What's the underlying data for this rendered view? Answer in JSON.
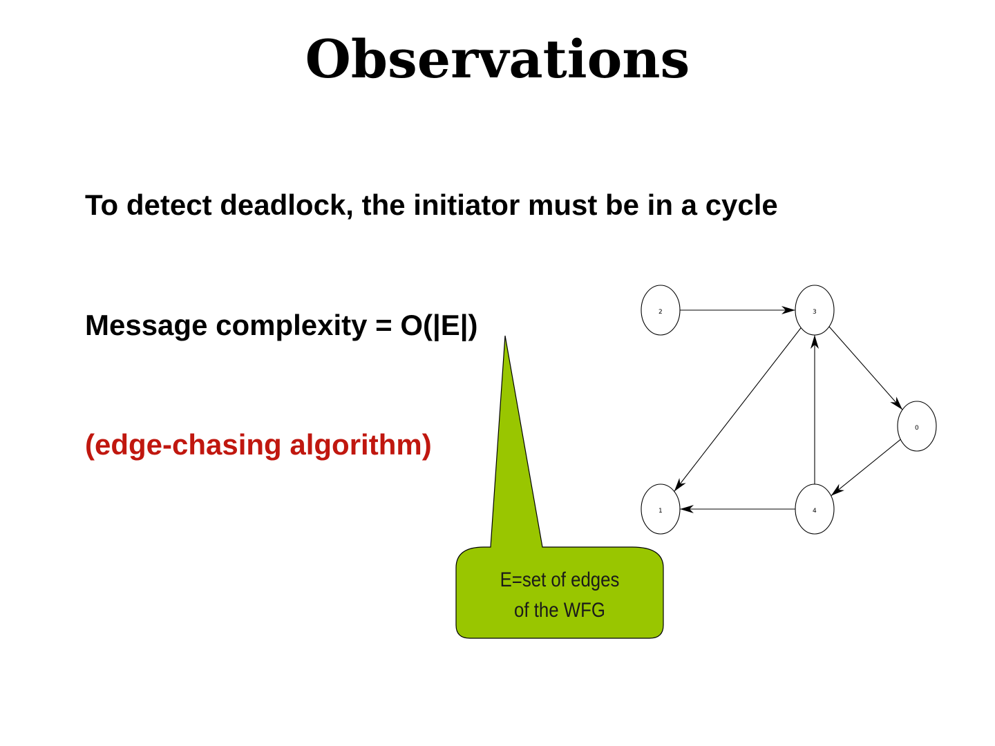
{
  "slide": {
    "title": "Observations",
    "bullets": [
      {
        "text": "To detect deadlock, the initiator must be in a cycle",
        "color": "#000000"
      },
      {
        "text": "Message complexity = O(|E|)",
        "color": "#000000"
      },
      {
        "text": "(edge-chasing algorithm)",
        "color": "#c0170f"
      }
    ]
  },
  "callout": {
    "lines": [
      "E=set of edges",
      "of the WFG"
    ],
    "fill_color": "#99c600",
    "text_color": "#1a1a1a"
  },
  "graph": {
    "nodes": [
      {
        "id": "2",
        "label": "2"
      },
      {
        "id": "3",
        "label": "3"
      },
      {
        "id": "0",
        "label": "0"
      },
      {
        "id": "1",
        "label": "1"
      },
      {
        "id": "4",
        "label": "4"
      }
    ],
    "edges": [
      {
        "from": "2",
        "to": "3"
      },
      {
        "from": "3",
        "to": "0"
      },
      {
        "from": "3",
        "to": "1"
      },
      {
        "from": "4",
        "to": "3"
      },
      {
        "from": "0",
        "to": "4"
      },
      {
        "from": "4",
        "to": "1"
      }
    ]
  }
}
